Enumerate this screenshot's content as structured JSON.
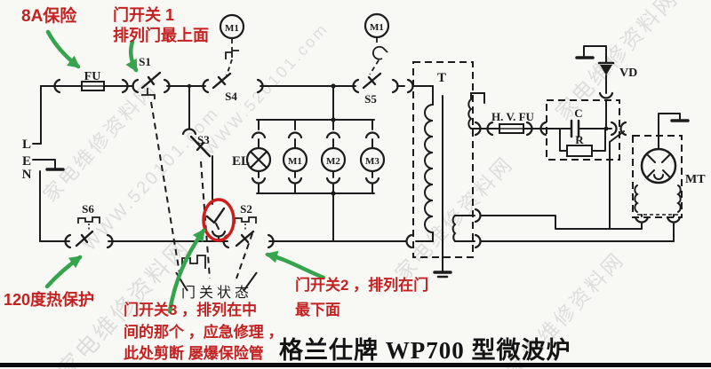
{
  "title": "格兰仕牌 WP700 型微波炉",
  "annotations": {
    "fuse_8a": "8A保险",
    "door_sw1_l1": "门开关 1",
    "door_sw1_l2": "排列门最上面",
    "thermal_120": "120度热保护",
    "door_state": "门关状态",
    "door_sw3_l1": "门开关3 ，排列在中",
    "door_sw3_l2": "间的那个 ，应急修理 ，",
    "door_sw3_l3": "此处剪断 屡爆保险管",
    "door_sw2_l1": "门开关2 ，排列在门",
    "door_sw2_l2": "最下面"
  },
  "component_labels": {
    "live": "L",
    "earth": "E",
    "neutral": "N",
    "fuse": "FU",
    "s1": "S1",
    "s2": "S2",
    "s3": "S3",
    "s4": "S4",
    "s5": "S5",
    "s6": "S6",
    "timer_motor": "M1",
    "turntable_top_motor": "M1",
    "lamp": "EL",
    "fan_motor": "M1",
    "stirrer_motor": "M2",
    "tray_motor": "M3",
    "transformer": "T",
    "hv_fuse": "H. V. FU",
    "capacitor": "C",
    "resistor": "R",
    "diode": "VD",
    "magnetron": "MT"
  },
  "watermark": {
    "site": "家电维修资料网",
    "url": "WWW.520101.com"
  },
  "colors": {
    "annotation_red": "#c42222",
    "arrow_green": "#36a34d",
    "highlight_red": "#cf1d1d",
    "ink": "#1c1c1c"
  }
}
